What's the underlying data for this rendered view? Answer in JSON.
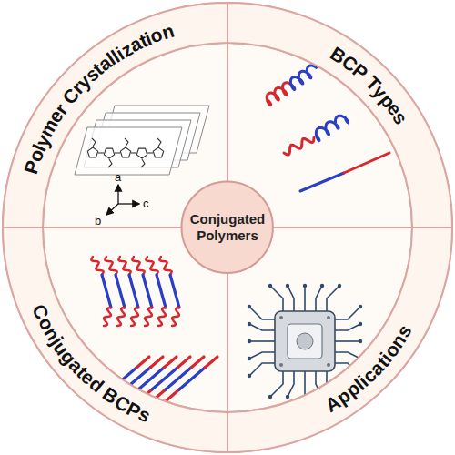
{
  "diagram": {
    "nodes": [
      {
        "text": [
          "Polymer Crystallization"
        ]
      },
      {
        "text": [
          "BCP Types"
        ]
      },
      {
        "text": [
          "Conjugated Polymers"
        ]
      },
      {
        "text": [
          "Conjugated BCPs"
        ]
      },
      {
        "text": [
          "Applications"
        ]
      }
    ],
    "labels": [
      "a",
      "b",
      "c"
    ]
  }
}
